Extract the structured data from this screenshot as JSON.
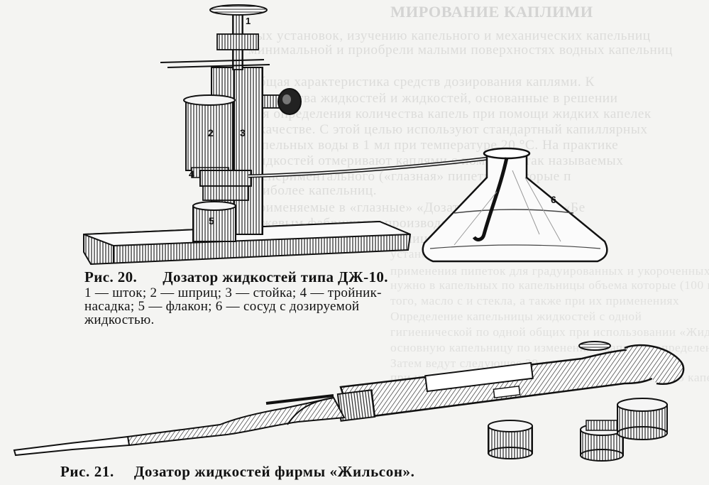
{
  "background_text": {
    "heading": "МИРОВАНИЕ КАПЛИМИ",
    "lines": [
      "ных установок, изучению капельного и механических капельниц",
      "минимальной и приобрели малыми поверхностях водных капельниц",
      "Общая характеристика средств дозирования каплями. К",
      "количества жидкостей и жидкостей, основанные в решении",
      "для определения количества капель при помощи жидких капелек",
      "в качестве. С этой целью используют стандартный капиллярных",
      "капельных воды в 1 мл при температуре 20 °С. На практике",
      "жидкостей отмеривают каплями с помощью так называемых",
      "экспериментального («глазная» пипетка), которые п",
      "наиболее капельниц.",
      "Применяемые в «глазные» «Дозатор» типа ВР 100 «Бе",
      "бежевым фабричного производства, зажатого сегодня",
      "ОТ 10—20 мл, 1 мин. таблица жидкостей ТАБ",
      "установки дозирования жидкостей",
      "применения пипеток для градуированных и укороченных",
      "нужно в капельных по капельницы объема которые (100 к",
      "того, масло с и стекла, а также при их применениях",
      "Определение капельницы жидкостей с одной",
      "гигиенической по одной общих при использовании «Жидкостей",
      "основную капельницу по изменениям капель и определениям",
      "Затем ведут следующее 20 капель и так производят",
      "при их положение, порция составляет 20 капель из 5 капель"
    ]
  },
  "figure20": {
    "title_number": "Рис. 20.",
    "title_text": "Дозатор жидкостей типа ДЖ-10.",
    "legend_line1": "1 — шток; 2 — шприц; 3 — стойка; 4 — тройник-",
    "legend_line2": "насадка; 5 — флакон; 6 — сосуд с дозируемой",
    "legend_line3": "жидкостью.",
    "part_labels": [
      "1",
      "2",
      "3",
      "4",
      "5",
      "6"
    ]
  },
  "figure21": {
    "title_number": "Рис. 21.",
    "title_text": "Дозатор жидкостей фирмы «Жильсон»."
  },
  "colors": {
    "paper": "#f4f4f2",
    "ink": "#1a1a1a",
    "bleed_text": "#3c3c3c"
  }
}
